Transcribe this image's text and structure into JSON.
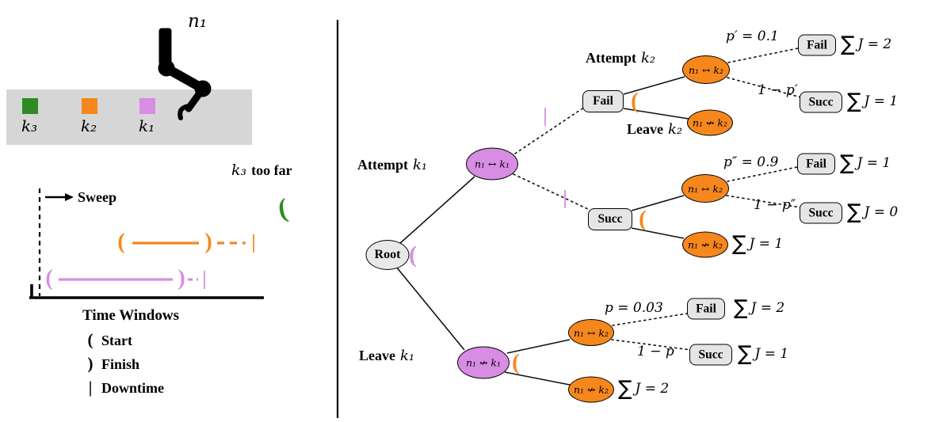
{
  "colors": {
    "orange": "#f5871d",
    "violet": "#d78de4",
    "green": "#2e8b22",
    "node_gray": "#e8e8e8",
    "band_gray": "#d6d6d6"
  },
  "scene": {
    "robot_label": "n₁",
    "objects": [
      {
        "label": "k₃",
        "color": "#2e8b22"
      },
      {
        "label": "k₂",
        "color": "#f5871d"
      },
      {
        "label": "k₁",
        "color": "#d78de4"
      }
    ]
  },
  "timeline": {
    "too_far_obj": "k₃",
    "too_far_text": "too far",
    "sweep_label": "Sweep",
    "axis_label": "Time Windows",
    "open_symbol": "(",
    "close_symbol": ")",
    "bar_symbol": "|",
    "legend": [
      {
        "symbol": "(",
        "label": "Start"
      },
      {
        "symbol": ")",
        "label": "Finish"
      },
      {
        "symbol": "|",
        "label": "Downtime"
      }
    ]
  },
  "tree": {
    "root_label": "Root",
    "sum_symbol": "∑",
    "open_symbol": "(",
    "bar_symbol": "|",
    "labels": {
      "attempt_k1": {
        "verb": "Attempt",
        "obj": "k₁"
      },
      "leave_k1": {
        "verb": "Leave",
        "obj": "k₁"
      },
      "attempt_k2": {
        "verb": "Attempt",
        "obj": "k₂"
      },
      "leave_k2": {
        "verb": "Leave",
        "obj": "k₂"
      }
    },
    "node_labels": {
      "n1_k1": "n₁ ↔ k₁",
      "n1_not_k1": "n₁ ↮ k₁",
      "n1_k2": "n₁ ↔ k₂",
      "n1_not_k2": "n₁ ↮ k₂"
    },
    "fail_label": "Fail",
    "succ_label": "Succ",
    "outcomes": {
      "attempt_after_fail": {
        "fail_prob": "p′ = 0.1",
        "fail_cost": "J = 2",
        "succ_prob": "1 − p′",
        "succ_cost": "J = 1"
      },
      "attempt_after_succ": {
        "fail_prob": "p″ = 0.9",
        "fail_cost": "J = 1",
        "succ_prob": "1 − p″",
        "succ_cost": "J = 0",
        "leave_cost": "J = 1"
      },
      "attempt_after_leave": {
        "fail_prob": "p = 0.03",
        "fail_cost": "J = 2",
        "succ_prob": "1 − p",
        "succ_cost": "J = 1",
        "leave_cost": "J = 2"
      }
    }
  }
}
